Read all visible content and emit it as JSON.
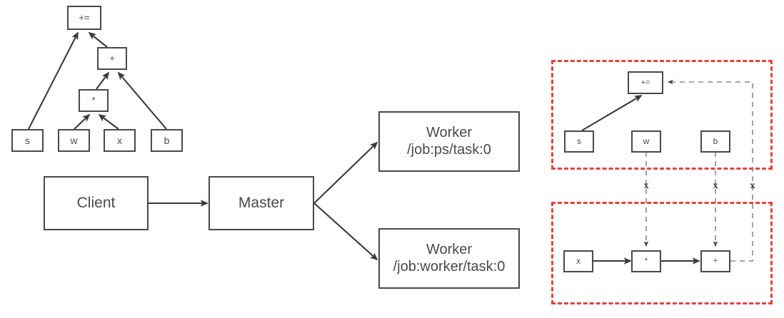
{
  "figure": {
    "description": "TensorFlow distributed execution diagram: dataflow graph, client/master/worker topology, and graph partitioned across two devices",
    "colors": {
      "box_border": "#494949",
      "text": "#4a4a4a",
      "edge_solid": "#3a3a3a",
      "edge_dashed": "#8a8a8a",
      "group_border": "#e8413a",
      "background": "#ffffff"
    }
  },
  "graph_panel": {
    "name": "computation-graph",
    "nodes": {
      "assign_add": "+=",
      "add": "+",
      "multiply": "*",
      "s": "s",
      "w": "w",
      "x": "x",
      "b": "b"
    },
    "edges": [
      {
        "from": "s",
        "to": "+="
      },
      {
        "from": "+",
        "to": "+="
      },
      {
        "from": "*",
        "to": "+"
      },
      {
        "from": "b",
        "to": "+"
      },
      {
        "from": "w",
        "to": "*"
      },
      {
        "from": "x",
        "to": "*"
      }
    ]
  },
  "topology_panel": {
    "name": "client-master-worker",
    "client": "Client",
    "master": "Master",
    "workers": [
      {
        "title": "Worker",
        "device": "/job:ps/task:0"
      },
      {
        "title": "Worker",
        "device": "/job:worker/task:0"
      }
    ],
    "edges": [
      {
        "from": "Client",
        "to": "Master"
      },
      {
        "from": "Master",
        "to": "Worker /job:ps/task:0"
      },
      {
        "from": "Master",
        "to": "Worker /job:worker/task:0"
      }
    ]
  },
  "partition_panel": {
    "name": "partitioned-graph",
    "groups": [
      {
        "id": "ps-partition",
        "nodes": {
          "assign_add": "+=",
          "s": "s",
          "w": "w",
          "b": "b"
        },
        "edges": [
          {
            "from": "s",
            "to": "+=",
            "style": "solid"
          },
          {
            "from": "+",
            "to": "+=",
            "style": "dashed"
          }
        ]
      },
      {
        "id": "worker-partition",
        "nodes": {
          "x": "x",
          "multiply": "*",
          "add": "+"
        },
        "edges": [
          {
            "from": "x",
            "to": "*",
            "style": "solid"
          },
          {
            "from": "*",
            "to": "+",
            "style": "solid"
          },
          {
            "from": "w",
            "to": "*",
            "style": "dashed"
          },
          {
            "from": "b",
            "to": "+",
            "style": "dashed"
          }
        ]
      }
    ],
    "cut_markers": [
      "x",
      "x",
      "x"
    ]
  }
}
